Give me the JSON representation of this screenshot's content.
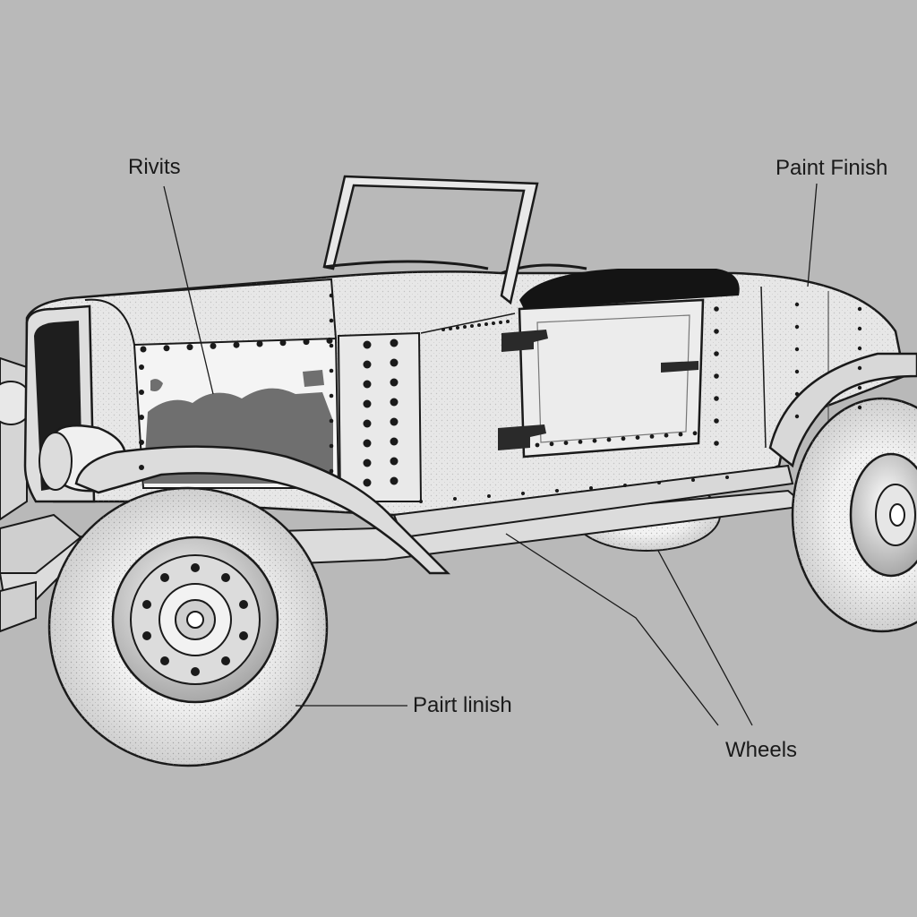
{
  "labels": {
    "rivets": "Rivits",
    "paint_finish_top": "Paint Finish",
    "paint_finish_bottom": "Pairt linish",
    "wheels": "Wheels"
  },
  "colors": {
    "background": "#b9b9b9",
    "body": "#e6e6e6",
    "outline": "#1a1a1a",
    "paint_damage": "#6f6f6f"
  }
}
